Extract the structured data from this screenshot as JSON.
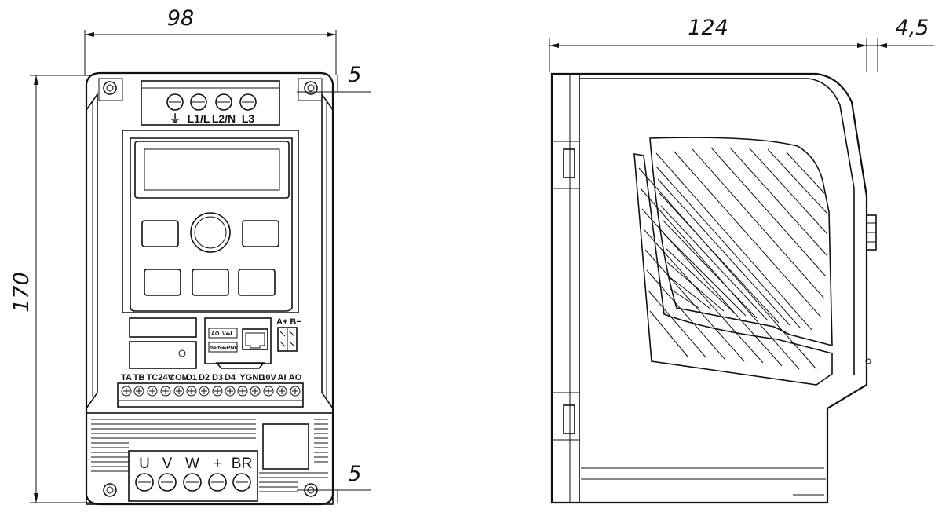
{
  "dimensions": {
    "front_width": "98",
    "front_height": "170",
    "top_offset": "5",
    "bottom_offset": "5",
    "side_depth": "124",
    "side_offset": "4,5"
  },
  "input_terminals": [
    "⏚",
    "L1/L",
    "L2/N",
    "L3"
  ],
  "control_terminals": [
    "TA",
    "TB",
    "TC",
    "24V",
    "COM",
    "D1",
    "D2",
    "D3",
    "D4",
    "Y",
    "GND",
    "10V",
    "AI",
    "AO"
  ],
  "output_terminals": [
    "U",
    "V",
    "W",
    "+",
    "BR"
  ],
  "switches": {
    "top": "AO V⇐I",
    "top_left": "AO",
    "top_right": "V⇐I",
    "bottom": "NPN⇐PNP"
  },
  "rs485": "A+ B−"
}
